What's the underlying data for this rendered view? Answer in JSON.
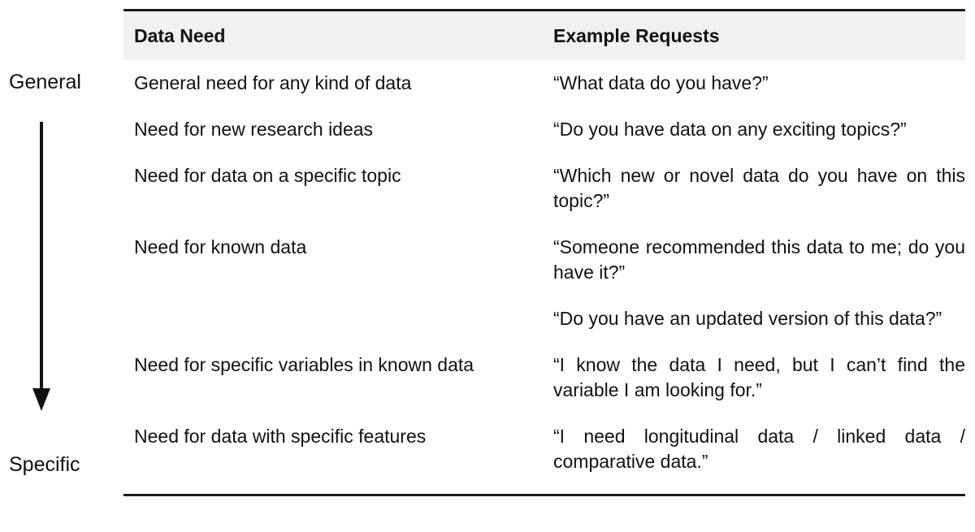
{
  "axis": {
    "top_label": "General",
    "bottom_label": "Specific",
    "arrow_icon": "down-arrow-icon",
    "direction": "down"
  },
  "table": {
    "columns": [
      {
        "key": "data_need",
        "label": "Data Need"
      },
      {
        "key": "example_requests",
        "label": "Example Requests"
      }
    ],
    "rows": [
      {
        "data_need": "General need for any kind of data",
        "example_requests": "“What data do you have?”",
        "justified": false
      },
      {
        "data_need": "Need for new research ideas",
        "example_requests": "“Do you have data on any exciting topics?”",
        "justified": false
      },
      {
        "data_need": "Need for data on a specific topic",
        "example_requests": "“Which new or novel data do you have on this topic?”",
        "justified": true
      },
      {
        "data_need": "Need for known data",
        "example_requests": "“Someone recommended this data to me; do you have it?”",
        "justified": true
      },
      {
        "data_need": "",
        "example_requests": "“Do you have an updated version of this data?”",
        "justified": true
      },
      {
        "data_need": "Need for specific variables in known data",
        "example_requests": "“I know the data I need, but I can’t find the variable I am looking for.”",
        "justified": true
      },
      {
        "data_need": "Need for data with specific features",
        "example_requests": "“I need longitudinal data / linked data / comparative data.”",
        "justified": true
      }
    ]
  },
  "colors": {
    "header_background": "#f1f1f1",
    "rule": "#1c1c1c",
    "text": "#111111",
    "page_background": "#ffffff"
  }
}
